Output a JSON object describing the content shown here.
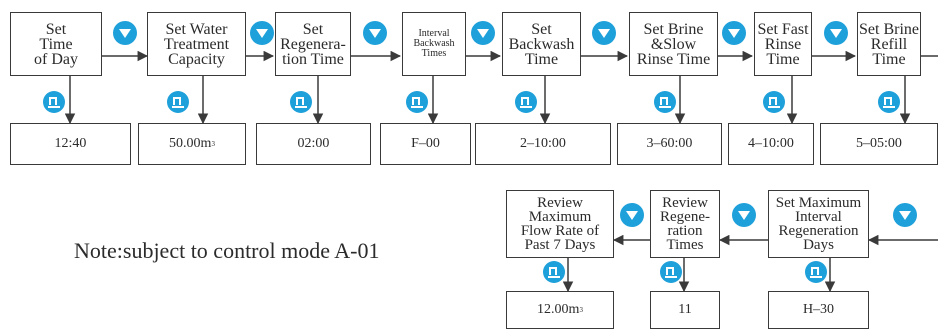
{
  "top_row": {
    "steps": [
      {
        "label": "Set\nTime\nof Day",
        "value": "12:40",
        "unit_sup": ""
      },
      {
        "label": "Set Water\nTreatment\nCapacity",
        "value": "50.00m",
        "unit_sup": "3"
      },
      {
        "label": "Set\nRegenera-\ntion Time",
        "value": "02:00",
        "unit_sup": ""
      },
      {
        "label": "Interval\nBackwash\nTimes",
        "value": "F–00",
        "unit_sup": ""
      },
      {
        "label": "Set\nBackwash\nTime",
        "value": "2–10:00",
        "unit_sup": ""
      },
      {
        "label": "Set Brine\n&Slow\nRinse Time",
        "value": "3–60:00",
        "unit_sup": ""
      },
      {
        "label": "Set Fast\nRinse\nTime",
        "value": "4–10:00",
        "unit_sup": ""
      },
      {
        "label": "Set Brine\nRefill\nTime",
        "value": "5–05:00",
        "unit_sup": ""
      }
    ]
  },
  "bottom_row": {
    "steps": [
      {
        "label": "Review\nMaximum\nFlow Rate of\nPast 7 Days",
        "value": "12.00m",
        "unit_sup": "3"
      },
      {
        "label": "Review\nRegene-\nration\nTimes",
        "value": "11",
        "unit_sup": ""
      },
      {
        "label": "Set Maximum\nInterval\nRegeneration\nDays",
        "value": "H–30",
        "unit_sup": ""
      }
    ]
  },
  "note": "Note:subject to control mode A-01",
  "colors": {
    "accent": "#1ea0da",
    "line": "#3a3a3a",
    "text": "#2b2b2b"
  },
  "icons": {
    "next_button": "down-arrow-button-icon",
    "menu_button": "menu-button-icon"
  }
}
